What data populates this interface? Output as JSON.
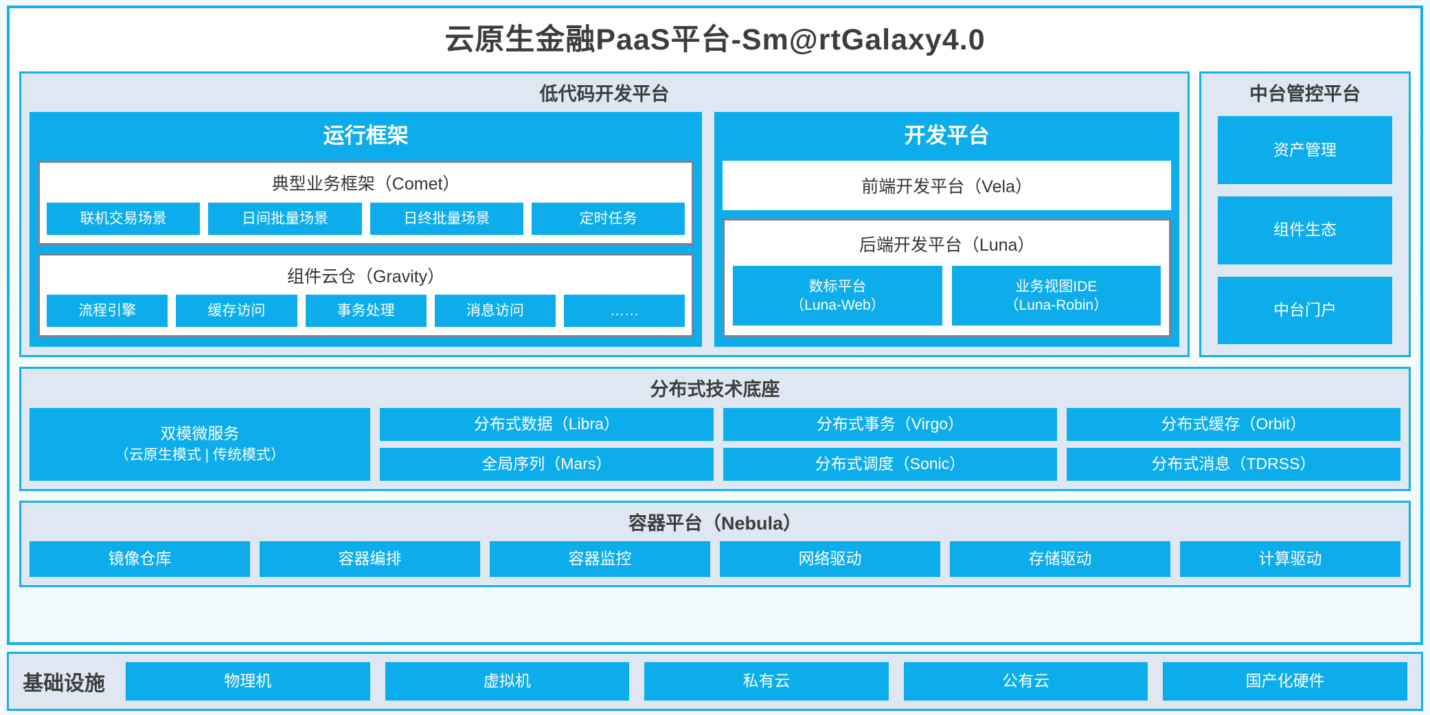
{
  "title": "云原生金融PaaS平台-Sm@rtGalaxy4.0",
  "colors": {
    "accent_blue": "#0CADEA",
    "border_blue": "#17B0E8",
    "panel_bg": "#DEE7F2",
    "box_border_gray": "#78838F",
    "page_bg": "#F4FBFE",
    "text_dark": "#3D3D3D",
    "text_white": "#FFFFFF"
  },
  "lowcode": {
    "title": "低代码开发平台",
    "runtime": {
      "title": "运行框架",
      "comet": {
        "title": "典型业务框架（Comet）",
        "items": [
          "联机交易场景",
          "日间批量场景",
          "日终批量场景",
          "定时任务"
        ]
      },
      "gravity": {
        "title": "组件云仓（Gravity）",
        "items": [
          "流程引擎",
          "缓存访问",
          "事务处理",
          "消息访问",
          "……"
        ]
      }
    },
    "devplatform": {
      "title": "开发平台",
      "vela": "前端开发平台（Vela）",
      "luna": {
        "title": "后端开发平台（Luna）",
        "items": [
          {
            "name": "数标平台",
            "code": "（Luna-Web）"
          },
          {
            "name": "业务视图IDE",
            "code": "（Luna-Robin）"
          }
        ]
      }
    }
  },
  "control_platform": {
    "title": "中台管控平台",
    "items": [
      "资产管理",
      "组件生态",
      "中台门户"
    ]
  },
  "distributed_base": {
    "title": "分布式技术底座",
    "microservice": {
      "name": "双模微服务",
      "mode": "（云原生模式 | 传统模式）"
    },
    "columns": [
      [
        "分布式数据（Libra）",
        "全局序列（Mars）"
      ],
      [
        "分布式事务（Virgo）",
        "分布式调度（Sonic）"
      ],
      [
        "分布式缓存（Orbit）",
        "分布式消息（TDRSS）"
      ]
    ]
  },
  "container_platform": {
    "title": "容器平台（Nebula）",
    "items": [
      "镜像仓库",
      "容器编排",
      "容器监控",
      "网络驱动",
      "存储驱动",
      "计算驱动"
    ]
  },
  "infrastructure": {
    "label": "基础设施",
    "items": [
      "物理机",
      "虚拟机",
      "私有云",
      "公有云",
      "国产化硬件"
    ]
  }
}
